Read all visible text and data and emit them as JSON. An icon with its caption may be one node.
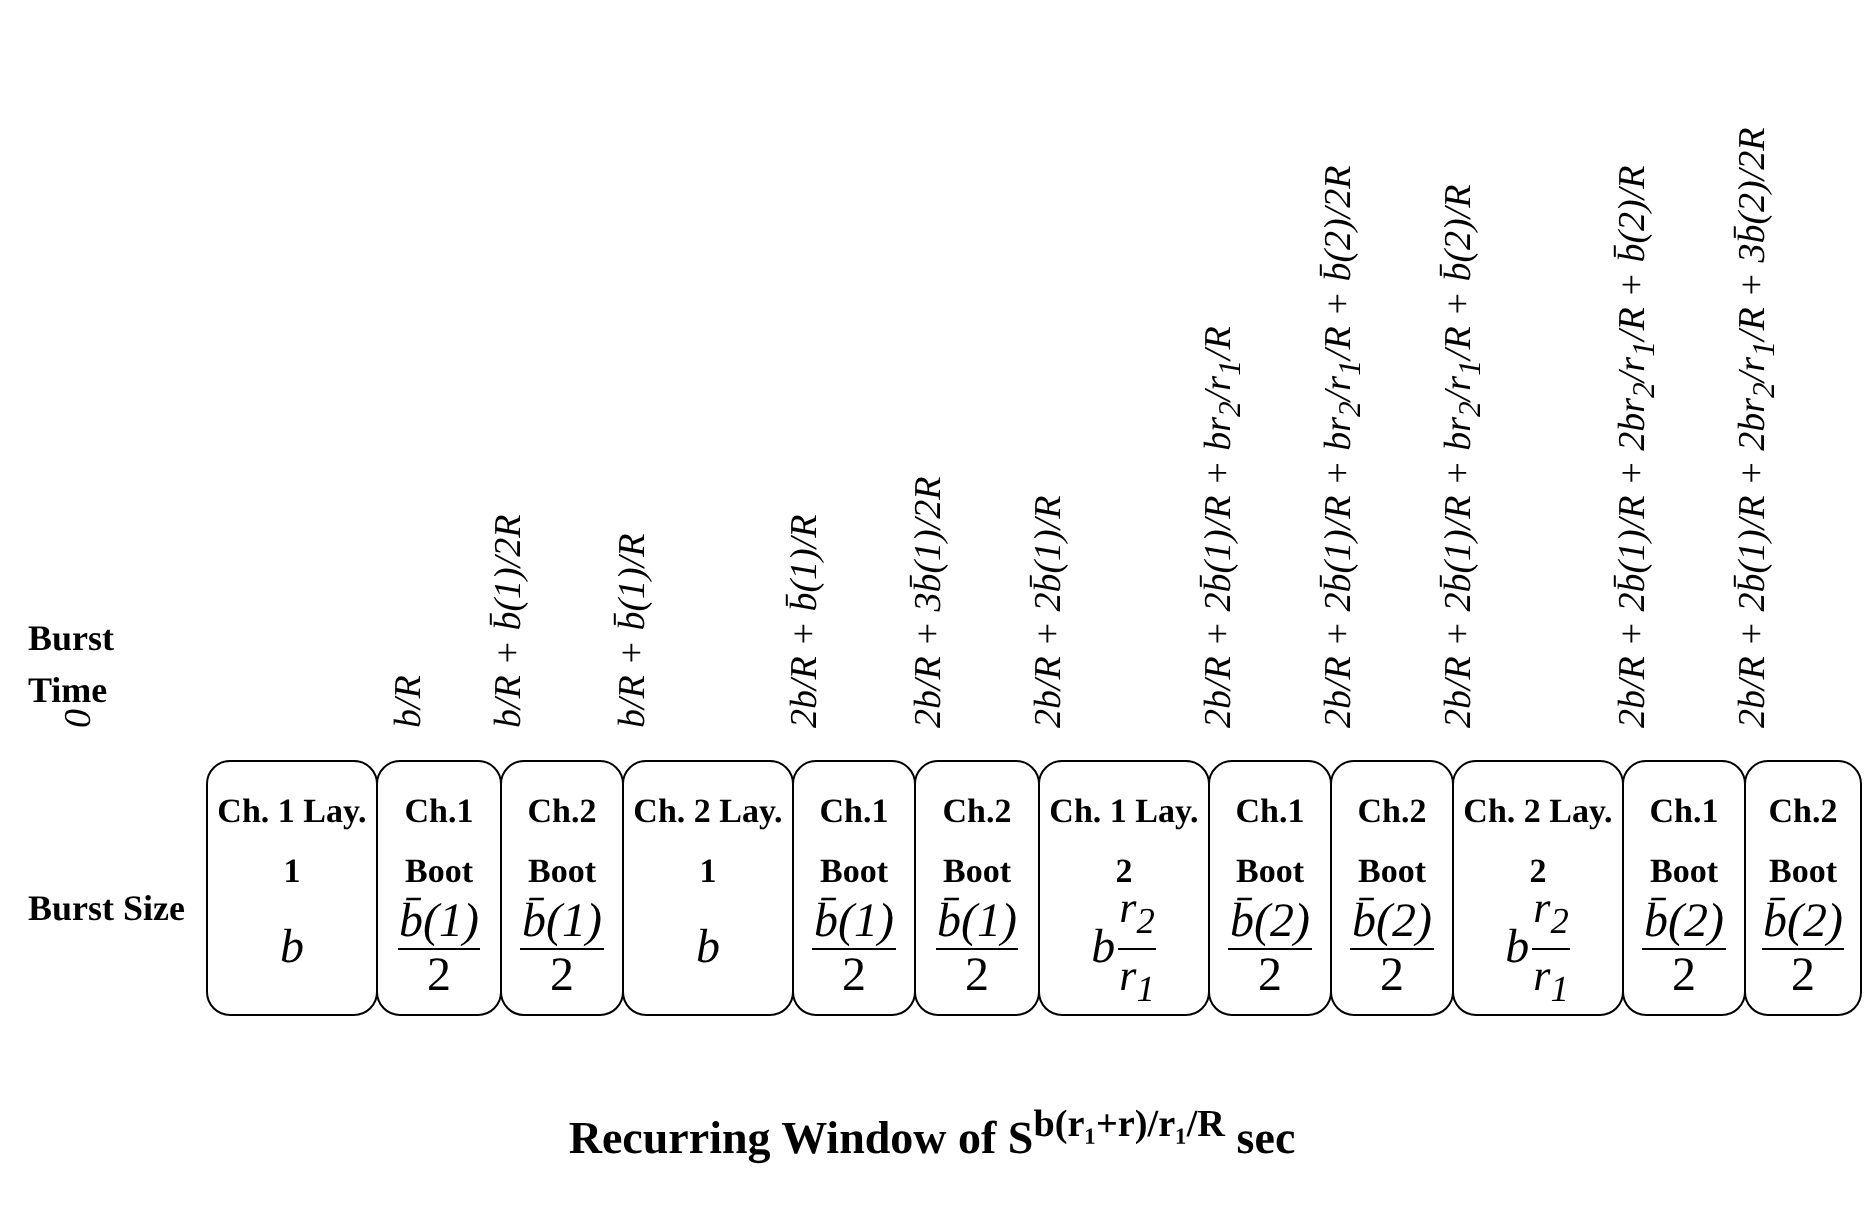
{
  "diagram": {
    "caption": "Recurring Window of S$^{b(r₁+r)/r₁/R}$ sec",
    "nodes": [
      {
        "text": [
          "Ch. 1 Lay. 1",
          "b"
        ]
      },
      {
        "text": [
          "Ch.1 Boot",
          "b̄(1)",
          "2"
        ]
      },
      {
        "text": [
          "Ch.2 Boot",
          "b̄(1)",
          "2"
        ]
      },
      {
        "text": [
          "Ch. 2 Lay. 1",
          "b"
        ]
      },
      {
        "text": [
          "Ch.1 Boot",
          "b̄(1)",
          "2"
        ]
      },
      {
        "text": [
          "Ch.2 Boot",
          "b̄(1)",
          "2"
        ]
      },
      {
        "text": [
          "Ch. 1 Lay. 2",
          "b",
          "r$_{2}$",
          "r$_{1}$"
        ]
      },
      {
        "text": [
          "Ch.1 Boot",
          "b̄(2)",
          "2"
        ]
      },
      {
        "text": [
          "Ch.2 Boot",
          "b̄(2)",
          "2"
        ]
      },
      {
        "text": [
          "Ch. 2 Lay. 2",
          "b",
          "r$_{2}$",
          "r$_{1}$"
        ]
      },
      {
        "text": [
          "Ch.1 Boot",
          "b̄(2)",
          "2"
        ]
      },
      {
        "text": [
          "Ch.2 Boot",
          "b̄(2)",
          "2"
        ]
      }
    ],
    "labels": [
      "Burst Time",
      "0",
      "b/R",
      "b/R + b̄(1)/2R",
      "b/R + b̄(1)/R",
      "2b/R + b̄(1)/R",
      "2b/R + 3b̄(1)/2R",
      "2b/R + 2b̄(1)/R",
      "2b/R + 2b̄(1)/R + br$_{2}$/r$_{1}$/R",
      "2b/R + 2b̄(1)/R + br$_{2}$/r$_{1}$/R + b̄(2)/2R",
      "2b/R + 2b̄(1)/R + br$_{2}$/r$_{1}$/R + b̄(2)/R",
      "2b/R + 2b̄(1)/R + 2br$_{2}$/r$_{1}$/R + b̄(2)/R",
      "2b/R + 2b̄(1)/R + 2br$_{2}$/r$_{1}$/R + 3b̄(2)/2R",
      "Burst Size"
    ]
  }
}
